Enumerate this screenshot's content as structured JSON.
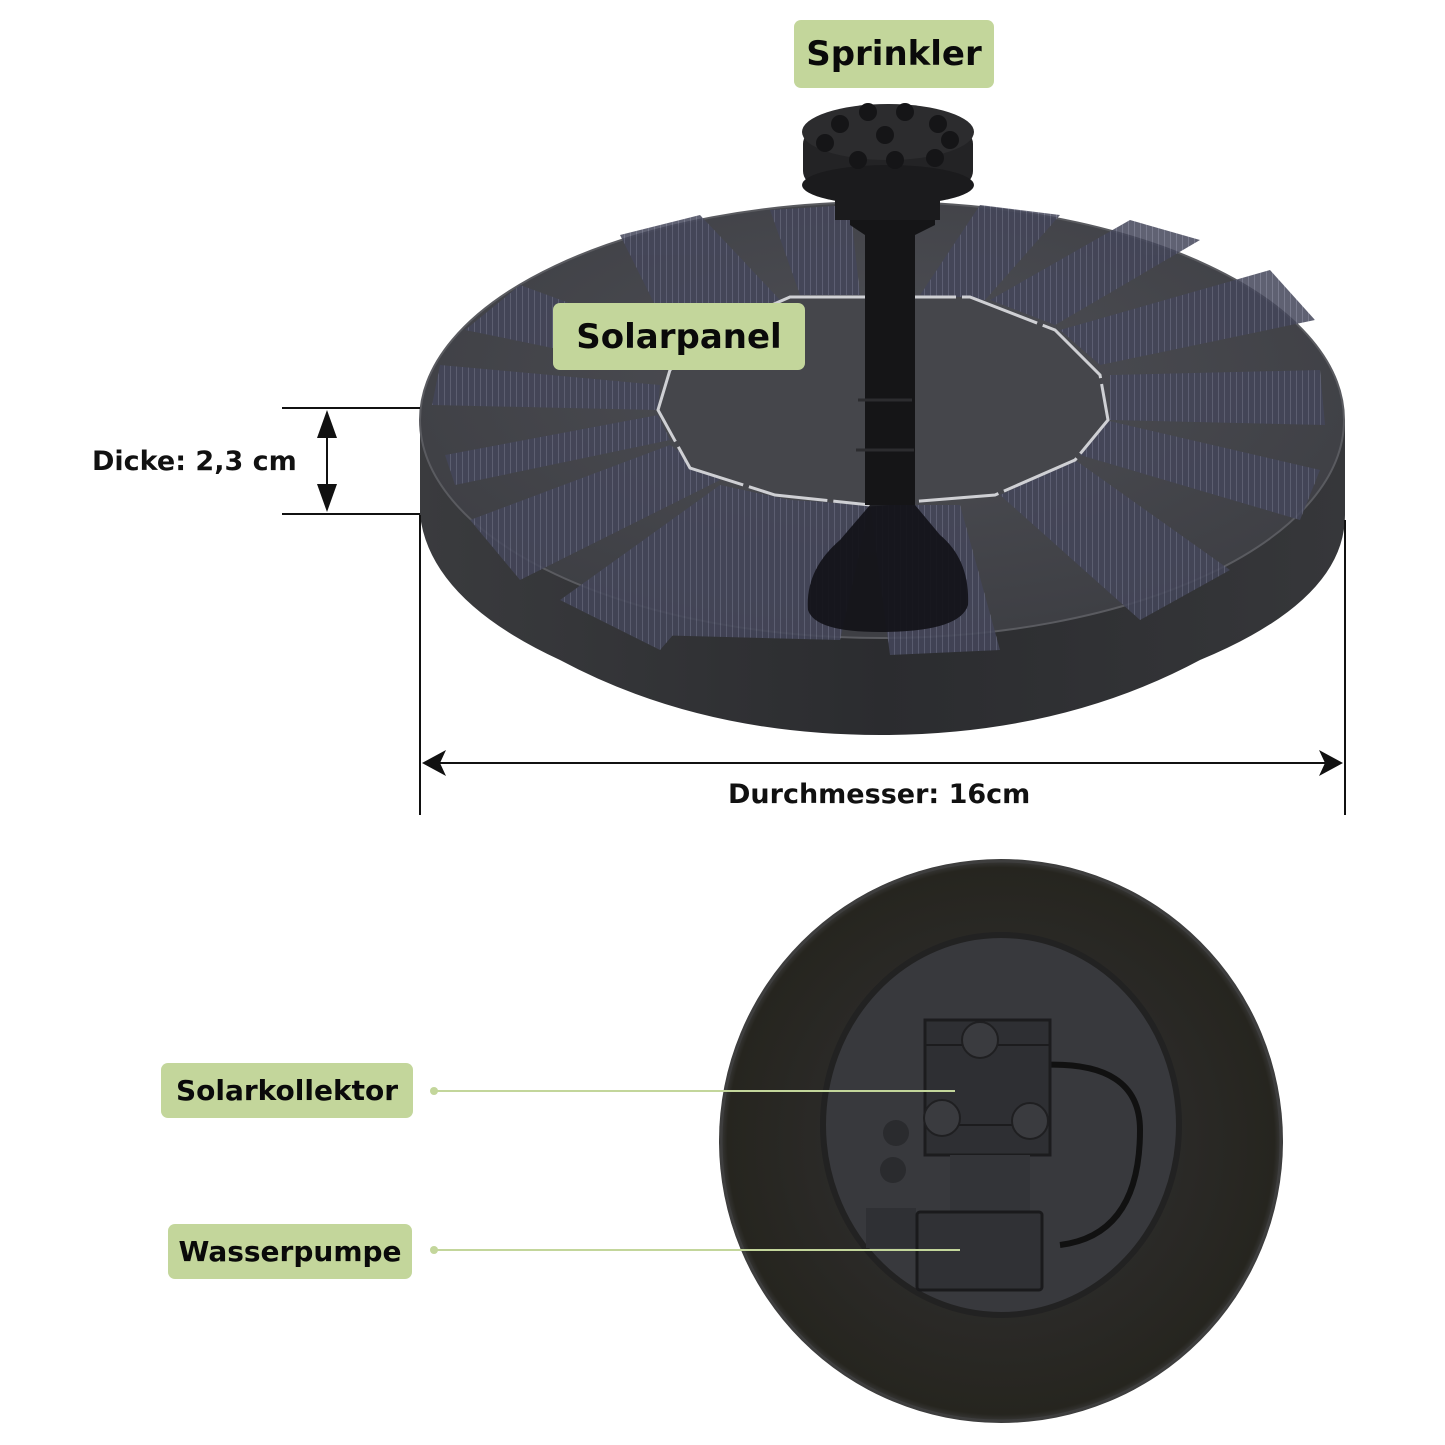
{
  "labels": {
    "sprinkler": "Sprinkler",
    "solarpanel": "Solarpanel",
    "solarkollektor": "Solarkollektor",
    "wasserpumpe": "Wasserpumpe"
  },
  "dimensions": {
    "thickness": "Dicke: 2,3 cm",
    "diameter": "Durchmesser: 16cm"
  },
  "colors": {
    "label_bg": "#c3d69b",
    "label_text": "#0a0a0a",
    "product_body": "#2f3033",
    "panel_top": "#4a4b50",
    "leader_line": "#c3d69b",
    "dimension_line": "#111111"
  }
}
